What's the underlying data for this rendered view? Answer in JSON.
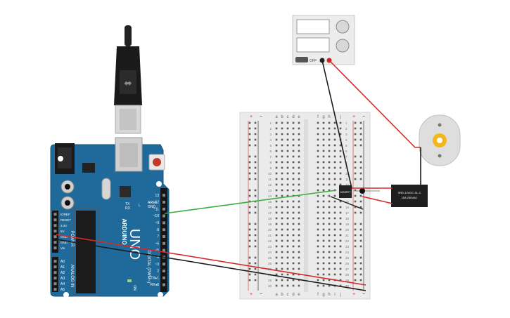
{
  "arduino": {
    "brand": "ARDUINO",
    "model": "UNO",
    "digital_label": "DIGITAL (PWM~)",
    "analog_label": "ANALOG IN",
    "power_label": "POWER",
    "on_label": "ON",
    "tx_label": "TX",
    "rx_label": "RX",
    "l_label": "L",
    "aref_label": "AREF",
    "gnd_label": "GND",
    "pins_digital": [
      "13",
      "12",
      "~11",
      "~10",
      "~9",
      "8",
      "7",
      "~6",
      "~5",
      "4",
      "~3",
      "2",
      "TX▸1",
      "RX◂0"
    ],
    "pins_power": [
      "IOREF",
      "RESET",
      "3.3V",
      "5V",
      "GND",
      "GND",
      "Vin"
    ],
    "pins_analog": [
      "A0",
      "A1",
      "A2",
      "A3",
      "A4",
      "A5"
    ]
  },
  "power_supply": {
    "off_label": "OFF"
  },
  "breadboard": {
    "columns_left": [
      "a",
      "b",
      "c",
      "d",
      "e"
    ],
    "columns_right": [
      "f",
      "g",
      "h",
      "i",
      "j"
    ],
    "row_count": 30,
    "rail_plus": "+",
    "rail_minus": "−"
  },
  "mosfet": {
    "label": "MOSFET"
  },
  "relay": {
    "line1": "SRD-12VDC-SL-C",
    "line2": "10A 250VAC"
  },
  "colors": {
    "arduino_blue": "#1f6a9a",
    "wire_red": "#d42a2a",
    "wire_black": "#1c1c1c",
    "wire_green": "#3fae3f",
    "breadboard": "#ebebeb"
  }
}
